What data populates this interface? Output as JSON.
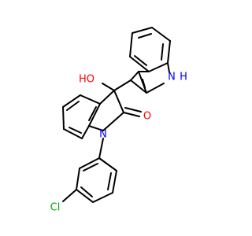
{
  "structure": {
    "atoms": {
      "nh": "N",
      "h_on_n": "H",
      "hydroxyl": "HO",
      "carbonyl_oxygen": "O",
      "lactam_n": "N",
      "chlorine": "Cl"
    },
    "colors": {
      "bond": "#000000",
      "nitrogen": "#0000ff",
      "oxygen": "#ff0000",
      "chlorine": "#00aa00"
    }
  }
}
